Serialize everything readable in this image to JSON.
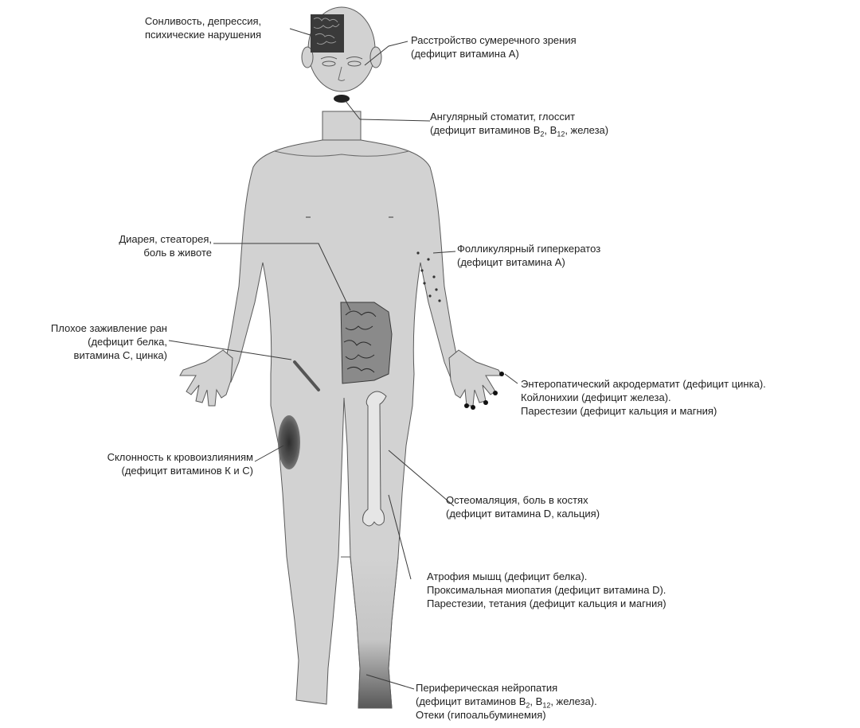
{
  "labels": {
    "cns": [
      "Сонливость, депрессия,",
      "психические нарушения"
    ],
    "vision": [
      "Расстройство сумеречного зрения",
      "(дефицит витамина А)"
    ],
    "stomatitis": {
      "line1": "Ангулярный стоматит, глоссит",
      "line2_prefix": "(дефицит витаминов B",
      "sub_a": "2",
      "mid": ", B",
      "sub_b": "12",
      "suffix": ", железа)"
    },
    "gi": [
      "Диарея, стеаторея,",
      "боль в животе"
    ],
    "hyperkeratosis": [
      "Фолликулярный гиперкератоз",
      "(дефицит витамина А)"
    ],
    "wounds": [
      "Плохое заживление ран",
      "(дефицит белка,",
      "витамина С, цинка)"
    ],
    "hands": [
      "Энтеропатический акродерматит (дефицит цинка).",
      "Койлонихии (дефицит железа).",
      "Парестезии (дефицит кальция и магния)"
    ],
    "bleeding": [
      "Склонность к кровоизлияниям",
      "(дефицит витаминов К и С)"
    ],
    "bones": [
      "Остеомаляция, боль в костях",
      "(дефицит витамина D,  кальция)"
    ],
    "muscles": [
      "Атрофия мышц (дефицит белка).",
      "Проксимальная миопатия (дефицит витамина D).",
      "Парестезии, тетания (дефицит кальция и магния)"
    ],
    "neuropathy": {
      "line1": "Периферическая нейропатия",
      "line2_prefix": "(дефицит витаминов B",
      "sub_a": "2",
      "mid": ", B",
      "sub_b": "12",
      "suffix": ", железа).",
      "line3": "Отеки (гипоальбуминемия)"
    }
  },
  "colors": {
    "skin": "#d2d2d2",
    "outline": "#5a5a5a",
    "leader": "#3a3a3a",
    "organ": "#8a8a8a",
    "bruise": "#4a4a4a",
    "bone": "#e6e6e6"
  }
}
